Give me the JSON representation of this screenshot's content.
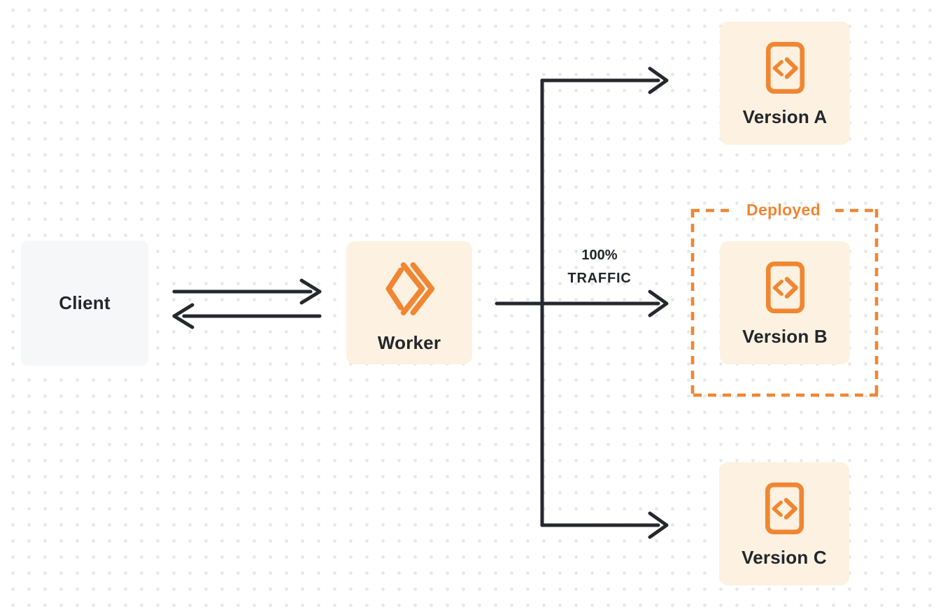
{
  "diagram": {
    "title": "worker-traffic-routing-diagram",
    "nodes": {
      "client": {
        "label": "Client"
      },
      "worker": {
        "label": "Worker"
      },
      "version_a": {
        "label": "Version A"
      },
      "version_b": {
        "label": "Version B"
      },
      "version_c": {
        "label": "Version C"
      }
    },
    "deployed_group": {
      "label": "Deployed"
    },
    "traffic_label": {
      "line1": "100%",
      "line2": "TRAFFIC"
    },
    "icons": {
      "worker": "cloudflare-workers-icon",
      "version": "code-file-icon"
    },
    "colors": {
      "accent_orange": "#f08632",
      "node_cream_bg": "#fdf1e1",
      "client_gray_bg": "#f6f7f8",
      "line_dark": "#26282d",
      "text_dark": "#23262b",
      "dot_grid": "#e7e7e7",
      "background": "#ffffff"
    }
  }
}
